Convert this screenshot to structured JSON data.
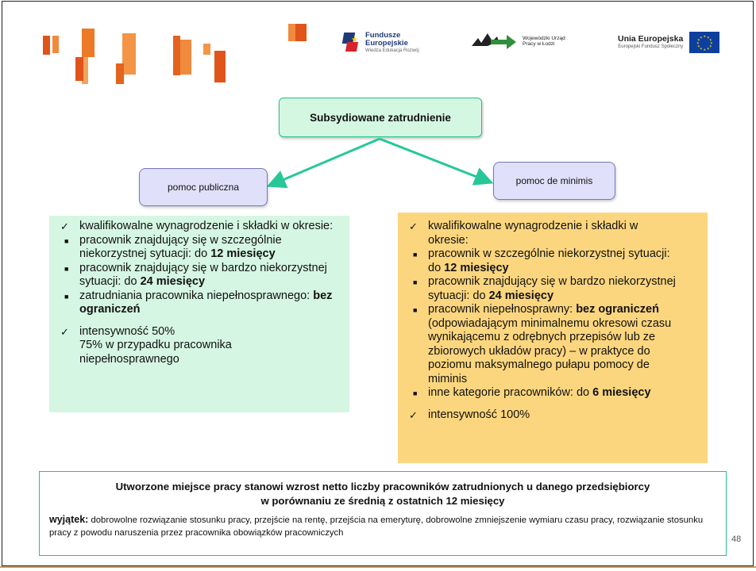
{
  "colors": {
    "accent_orange": "#e8721b",
    "green_panel": "#d5f6e2",
    "yellow_panel": "#fcd67e",
    "title_fill": "#d4f7e2",
    "arrow": "#27c79a",
    "category_fill": "#e0e0fb",
    "eu_blue": "#0d3f9f"
  },
  "logos": {
    "fundusze": {
      "line1": "Fundusze",
      "line2": "Europejskie",
      "line3": "Wiedza Edukacja Rozwój",
      "icon": "fundusze-europejskie-logo-icon"
    },
    "wup": {
      "line1": "Wojewódzki Urząd",
      "line2": "Pracy w Łodzi",
      "icon": "wup-lodz-logo-icon"
    },
    "eu": {
      "line1": "Unia Europejska",
      "line2": "Europejski Fundusz Społeczny",
      "icon": "eu-flag-icon"
    }
  },
  "diagram": {
    "title": "Subsydiowane zatrudnienie",
    "left_category": "pomoc publiczna",
    "right_category": "pomoc de minimis"
  },
  "green_panel": {
    "items": [
      {
        "type": "check",
        "segments": [
          {
            "text": "kwalifikowalne wynagrodzenie i składki w okresie:",
            "bold": false
          }
        ]
      },
      {
        "type": "square",
        "segments": [
          {
            "text": "pracownik znajdujący się w szczególnie niekorzystnej sytuacji: do ",
            "bold": false
          },
          {
            "text": "12 miesięcy",
            "bold": true
          }
        ]
      },
      {
        "type": "square",
        "segments": [
          {
            "text": "pracownik znajdujący się w bardzo niekorzystnej sytuacji: do ",
            "bold": false
          },
          {
            "text": "24 miesięcy",
            "bold": true
          }
        ]
      },
      {
        "type": "square",
        "segments": [
          {
            "text": "zatrudniania pracownika niepełnosprawnego: ",
            "bold": false
          },
          {
            "text": "bez ograniczeń",
            "bold": true
          }
        ]
      },
      {
        "type": "check",
        "gap": true,
        "segments": [
          {
            "text": "intensywność 50%",
            "bold": false
          }
        ],
        "extra_lines": [
          "75% w przypadku pracownika",
          "niepełnosprawnego"
        ]
      }
    ]
  },
  "yellow_panel": {
    "items": [
      {
        "type": "check",
        "segments": [
          {
            "text": "kwalifikowalne wynagrodzenie i składki w okresie:",
            "bold": false
          }
        ]
      },
      {
        "type": "square",
        "segments": [
          {
            "text": "pracownik w szczególnie niekorzystnej sytuacji: do ",
            "bold": false
          },
          {
            "text": "12 miesięcy",
            "bold": true
          }
        ]
      },
      {
        "type": "square",
        "segments": [
          {
            "text": "pracownik znajdujący się w bardzo niekorzystnej sytuacji: do ",
            "bold": false
          },
          {
            "text": "24 miesięcy",
            "bold": true
          }
        ]
      },
      {
        "type": "square",
        "segments": [
          {
            "text": "pracownik niepełnosprawny: ",
            "bold": false
          },
          {
            "text": "bez ograniczeń",
            "bold": true
          },
          {
            "text": " (odpowiadającym minimalnemu okresowi czasu wynikającemu z odrębnych przepisów lub ze zbiorowych układów pracy) – w praktyce do poziomu maksymalnego pułapu pomocy de miminis",
            "bold": false
          }
        ]
      },
      {
        "type": "square",
        "segments": [
          {
            "text": "inne kategorie pracowników: do ",
            "bold": false
          },
          {
            "text": "6 miesięcy",
            "bold": true
          }
        ]
      },
      {
        "type": "check",
        "gap": true,
        "segments": [
          {
            "text": "intensywność 100%",
            "bold": false
          }
        ]
      }
    ]
  },
  "bottom_box": {
    "heading_line1": "Utworzone miejsce pracy stanowi wzrost netto liczby pracowników zatrudnionych u danego przedsiębiorcy",
    "heading_line2": "w porównaniu ze średnią z ostatnich 12 miesięcy",
    "exception_label": "wyjątek:",
    "exception_text": " dobrowolne rozwiązanie stosunku pracy, przejście na rentę, przejścia na emeryturę, dobrowolne zmniejszenie wymiaru czasu pracy, rozwiązanie stosunku pracy z powodu naruszenia przez pracownika obowiązków pracowniczych"
  },
  "page_number": "48"
}
